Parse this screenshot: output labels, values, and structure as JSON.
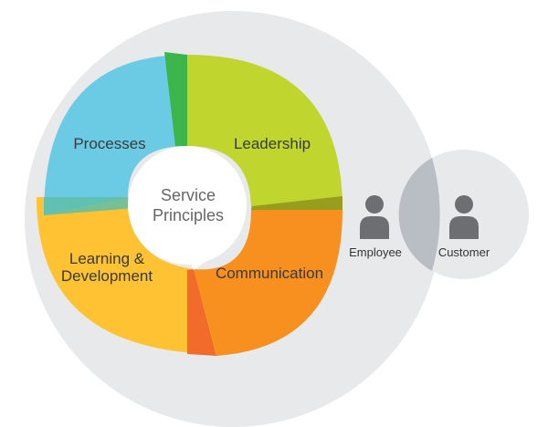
{
  "diagram": {
    "center": {
      "line1": "Service",
      "line2": "Principles"
    },
    "segments": [
      {
        "key": "leadership",
        "label": "Leadership",
        "color": "#c1d52f"
      },
      {
        "key": "communication",
        "label": "Communication",
        "color": "#f7901e"
      },
      {
        "key": "learning",
        "label_line1": "Learning &",
        "label_line2": "Development",
        "color": "#fec232"
      },
      {
        "key": "processes",
        "label": "Processes",
        "color": "#6ccbe4"
      }
    ],
    "accent_color": "#3cb54a",
    "people": {
      "employee": {
        "label": "Employee",
        "icon": "person-icon"
      },
      "customer": {
        "label": "Customer",
        "icon": "person-icon"
      }
    },
    "colors": {
      "outer_circle": "#e8e9ea",
      "person": "#6d6e71"
    }
  }
}
